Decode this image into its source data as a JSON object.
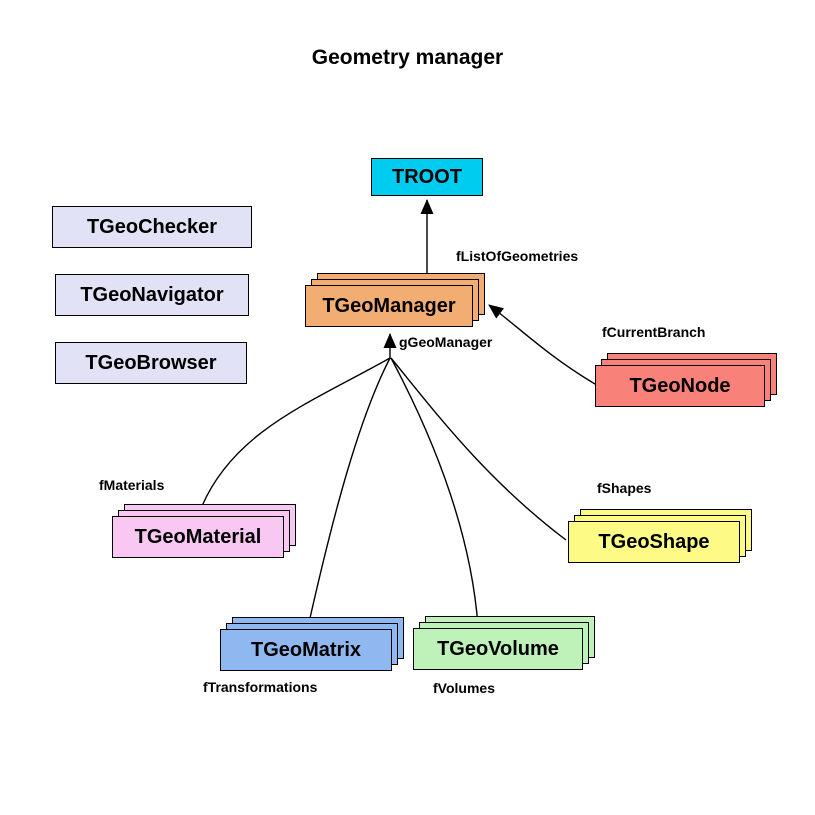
{
  "title": "Geometry manager",
  "nodes": {
    "troot": {
      "label": "TROOT",
      "color": "#00ccf0"
    },
    "checker": {
      "label": "TGeoChecker",
      "color": "#e2e2f6"
    },
    "navigator": {
      "label": "TGeoNavigator",
      "color": "#e2e2f6"
    },
    "browser": {
      "label": "TGeoBrowser",
      "color": "#e2e2f6"
    },
    "manager": {
      "label": "TGeoManager",
      "color": "#f2ae72"
    },
    "node": {
      "label": "TGeoNode",
      "color": "#f8827a"
    },
    "material": {
      "label": "TGeoMaterial",
      "color": "#f8c8f2"
    },
    "shape": {
      "label": "TGeoShape",
      "color": "#fdfb86"
    },
    "matrix": {
      "label": "TGeoMatrix",
      "color": "#8fb8f0"
    },
    "volume": {
      "label": "TGeoVolume",
      "color": "#bef2b8"
    }
  },
  "edge_labels": {
    "list_of_geometries": "fListOfGeometries",
    "g_geo_manager": "gGeoManager",
    "current_branch": "fCurrentBranch",
    "materials": "fMaterials",
    "shapes": "fShapes",
    "transformations": "fTransformations",
    "volumes": "fVolumes"
  }
}
